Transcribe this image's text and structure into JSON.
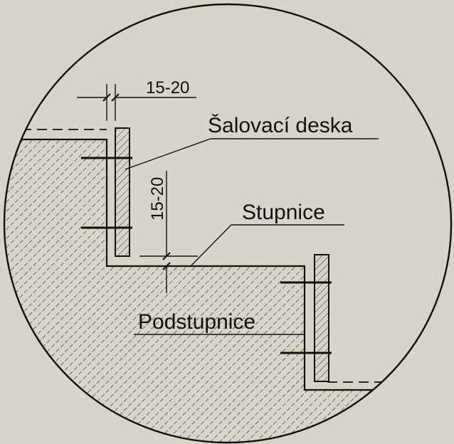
{
  "diagram": {
    "labels": {
      "formwork_board": "Šalovací deska",
      "tread": "Stupnice",
      "riser": "Podstupnice"
    },
    "dimensions": {
      "horizontal_gap": "15-20",
      "vertical_gap": "15-20"
    },
    "colors": {
      "background": "#d9d4c9",
      "ink": "#111111",
      "hatch": "#2a2a2a"
    }
  }
}
